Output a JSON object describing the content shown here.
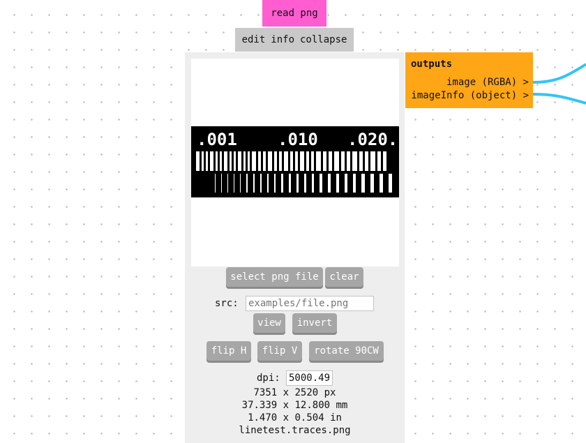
{
  "module": {
    "title": "read png",
    "actions": [
      "edit",
      "info",
      "collapse"
    ]
  },
  "preview": {
    "labels": [
      ".001",
      ".010",
      ".020."
    ]
  },
  "controls": {
    "select_label": "select png file",
    "clear_label": "clear",
    "src_label": "src:",
    "src_placeholder": "examples/file.png",
    "view_label": "view",
    "invert_label": "invert",
    "flip_h_label": "flip H",
    "flip_v_label": "flip V",
    "rotate_label": "rotate 90CW",
    "dpi_label": "dpi:",
    "dpi_value": "5000.49"
  },
  "info": {
    "pixels": "7351 x 2520 px",
    "mm": "37.339 x 12.800 mm",
    "inches": "1.470 x 0.504 in",
    "filename": "linetest.traces.png"
  },
  "outputs": {
    "header": "outputs",
    "ports": [
      "image (RGBA) >",
      "imageInfo (object) >"
    ]
  },
  "colors": {
    "title_bg": "#ff5dd0",
    "outputs_bg": "#ffa616",
    "wire": "#34c4f4",
    "button_bg": "#a6a6a6"
  }
}
